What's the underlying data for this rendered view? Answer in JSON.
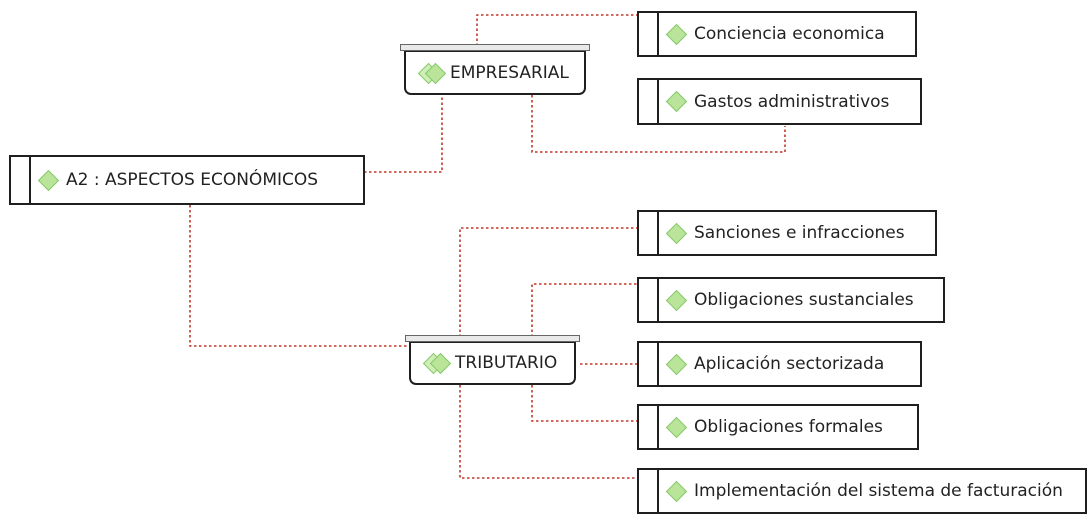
{
  "root": {
    "label": "A2 :  ASPECTOS ECONÓMICOS"
  },
  "categories": {
    "empresarial": {
      "label": "EMPRESARIAL",
      "items": [
        "Conciencia economica",
        "Gastos administrativos"
      ]
    },
    "tributario": {
      "label": "TRIBUTARIO",
      "items": [
        "Sanciones e infracciones",
        "Obligaciones sustanciales",
        "Aplicación sectorizada",
        "Obligaciones formales",
        "Implementación del sistema de facturación"
      ]
    }
  },
  "colors": {
    "connector": "#c0392b",
    "icon_fill": "#b9e49a",
    "border": "#1f1f1f"
  }
}
